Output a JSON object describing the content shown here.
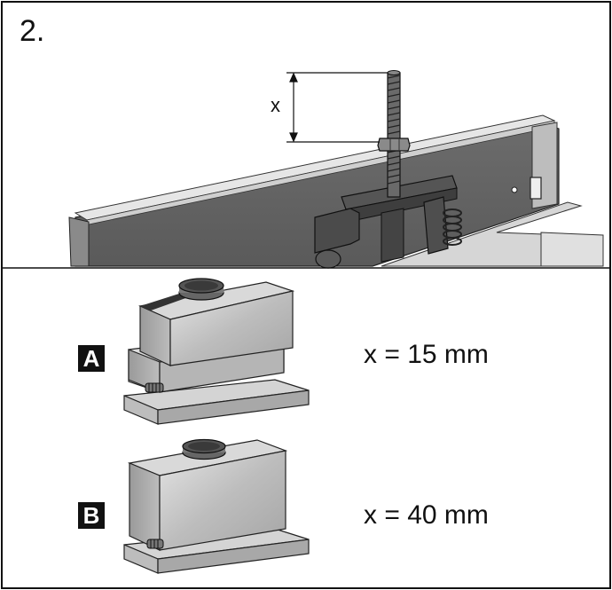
{
  "step": "2.",
  "dimension_label": "x",
  "variants": [
    {
      "letter": "A",
      "spec": "x = 15 mm"
    },
    {
      "letter": "B",
      "spec": "x = 40 mm"
    }
  ],
  "colors": {
    "frame": "#111111",
    "metal_dark": "#4a4a4a",
    "metal_light": "#d0d0d0",
    "hood_body": "#c8c8c8"
  }
}
